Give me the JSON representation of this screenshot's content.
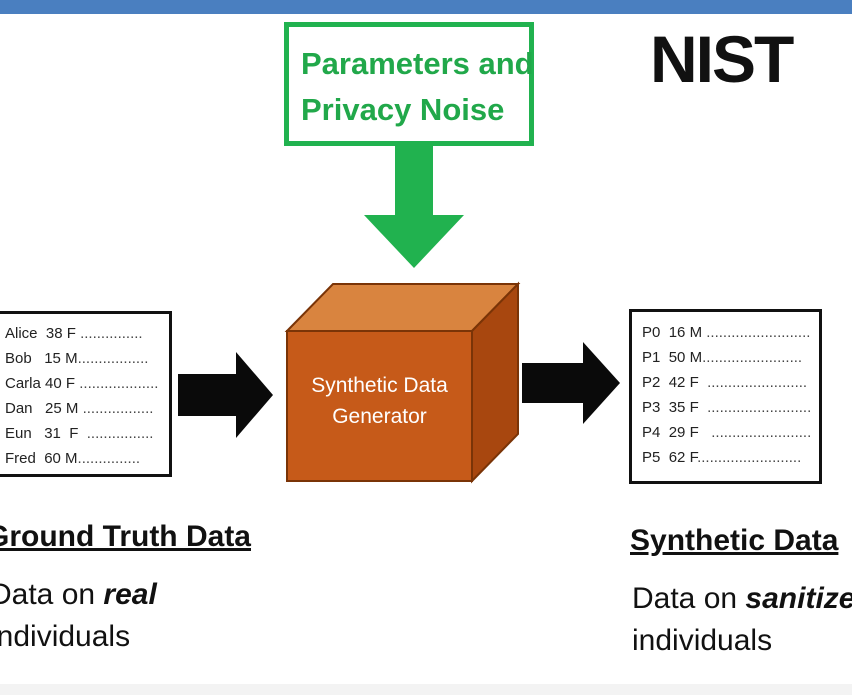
{
  "colors": {
    "accent_green": "#21b24f",
    "box_orange": "#c65a19",
    "top_bar": "#4a7fc0"
  },
  "params_box": {
    "line1": "Parameters and",
    "line2": "Privacy Noise"
  },
  "logo": {
    "text": "NIST"
  },
  "generator": {
    "line1": "Synthetic Data",
    "line2": "Generator"
  },
  "ground_truth": {
    "rows": [
      {
        "name": "Alice",
        "age": "38",
        "sex": "F",
        "dots": "..............."
      },
      {
        "name": "Bob",
        "age": "15",
        "sex": "M",
        "dots": "................."
      },
      {
        "name": "Carla",
        "age": "40",
        "sex": "F",
        "dots": "..................."
      },
      {
        "name": "Dan",
        "age": "25",
        "sex": "M",
        "dots": "................."
      },
      {
        "name": "Eun",
        "age": "31",
        "sex": "F",
        "dots": "................"
      },
      {
        "name": "Fred",
        "age": "60",
        "sex": "M",
        "dots": "..............."
      }
    ],
    "heading": "Ground Truth Data",
    "desc_prefix": "Data on ",
    "desc_emph": "real",
    "desc_line2": "individuals"
  },
  "synthetic": {
    "rows": [
      {
        "name": "P0",
        "age": "16",
        "sex": "M",
        "dots": "........................."
      },
      {
        "name": "P1",
        "age": "50",
        "sex": "M",
        "dots": "........................"
      },
      {
        "name": "P2",
        "age": "42",
        "sex": "F",
        "dots": "........................"
      },
      {
        "name": "P3",
        "age": "35",
        "sex": "F",
        "dots": "........................."
      },
      {
        "name": "P4",
        "age": "29",
        "sex": "F",
        "dots": "........................"
      },
      {
        "name": "P5",
        "age": "62",
        "sex": "F",
        "dots": "........................."
      }
    ],
    "heading": "Synthetic Data",
    "desc_prefix": "Data on ",
    "desc_emph": "sanitize",
    "desc_line2": "individuals"
  }
}
